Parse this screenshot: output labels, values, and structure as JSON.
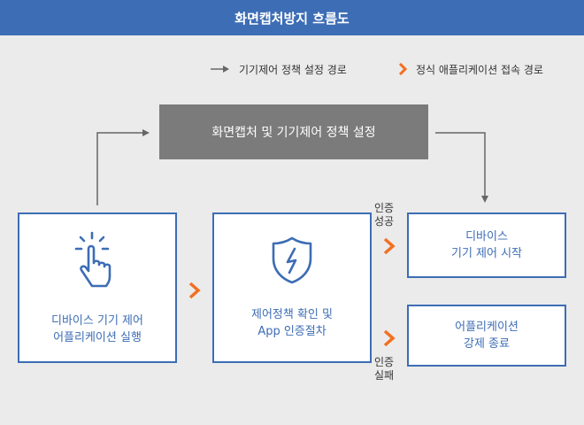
{
  "title": "화면캡처방지 흐름도",
  "legend": {
    "gray_label": "기기제어 정책 설정 경로",
    "orange_label": "정식 애플리케이션 접속 경로"
  },
  "nodes": {
    "policy": "화면캡처 및 기기제어 정책 설정",
    "launch_line1": "디바이스 기기 제어",
    "launch_line2": "어플리케이션 실행",
    "auth_line1": "제어정책 확인 및",
    "auth_line2": "App 인증절차",
    "start_line1": "디바이스",
    "start_line2": "기기 제어 시작",
    "kill_line1": "어플리케이션",
    "kill_line2": "강제 종료"
  },
  "edge_labels": {
    "success_1": "인증",
    "success_2": "성공",
    "fail_1": "인증",
    "fail_2": "실패"
  },
  "icons": {
    "launch": "tap-hand-icon",
    "auth": "shield-bolt-icon"
  },
  "colors": {
    "accent": "#3d6db5",
    "arrow_orange": "#f36f21",
    "policy_gray": "#7b7b7b"
  }
}
